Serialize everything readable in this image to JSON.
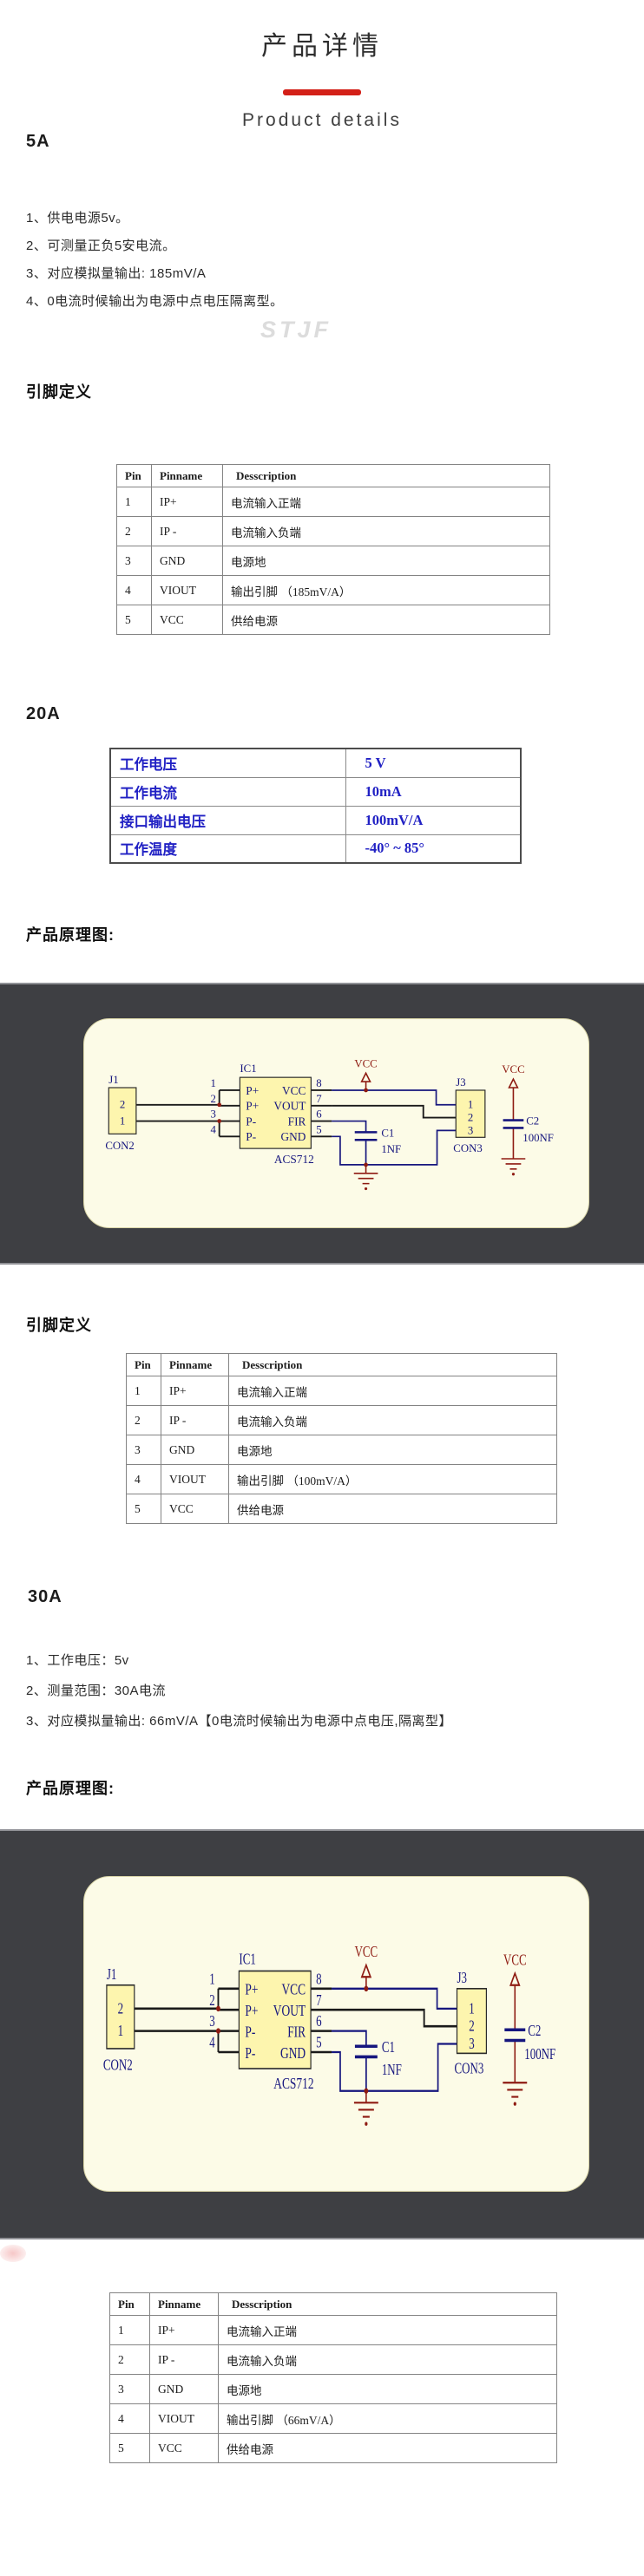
{
  "page": {
    "title": "产品详情",
    "subtitle": "Product details",
    "watermark": "STJF"
  },
  "colors": {
    "accent_red": "#d32018",
    "spec_blue": "#2121c4",
    "band_dark": "#3e3f43",
    "cream": "#fcfbe7"
  },
  "sections": {
    "a5": {
      "heading": "5A",
      "items": [
        "1、供电电源5v。",
        "2、可测量正负5安电流。",
        "3、对应模拟量输出: 185mV/A",
        "4、0电流时候输出为电源中点电压隔离型。"
      ],
      "pin_heading": "引脚定义"
    },
    "a20": {
      "heading": "20A",
      "schematic_heading": "产品原理图:",
      "pin_heading": "引脚定义"
    },
    "a30": {
      "heading": "30A",
      "items": [
        "1、工作电压：5v",
        "2、测量范围：30A电流",
        "3、对应模拟量输出: 66mV/A【0电流时候输出为电源中点电压,隔离型】"
      ],
      "schematic_heading": "产品原理图:"
    }
  },
  "spec_table_20a": {
    "rows": [
      [
        "工作电压",
        "5 V"
      ],
      [
        "工作电流",
        "10mA"
      ],
      [
        "接口输出电压",
        "100mV/A"
      ],
      [
        "工作温度",
        "-40° ~ 85°"
      ]
    ]
  },
  "pin_tables": {
    "t5a": {
      "headers": [
        "Pin",
        "Pinname",
        "Desscription"
      ],
      "rows": [
        [
          "1",
          "IP+",
          "电流输入正端"
        ],
        [
          "2",
          "IP -",
          "电流输入负端"
        ],
        [
          "3",
          "GND",
          "电源地"
        ],
        [
          "4",
          "VIOUT",
          "输出引脚 （185mV/A）"
        ],
        [
          "5",
          "VCC",
          "供给电源"
        ]
      ]
    },
    "t20a": {
      "headers": [
        "Pin",
        "Pinname",
        "Desscription"
      ],
      "rows": [
        [
          "1",
          "IP+",
          "电流输入正端"
        ],
        [
          "2",
          "IP -",
          "电流输入负端"
        ],
        [
          "3",
          "GND",
          "电源地"
        ],
        [
          "4",
          "VIOUT",
          "输出引脚 （100mV/A）"
        ],
        [
          "5",
          "VCC",
          "供给电源"
        ]
      ]
    },
    "t30a": {
      "headers": [
        "Pin",
        "Pinname",
        "Desscription"
      ],
      "rows": [
        [
          "1",
          "IP+",
          "电流输入正端"
        ],
        [
          "2",
          "IP -",
          "电流输入负端"
        ],
        [
          "3",
          "GND",
          "电源地"
        ],
        [
          "4",
          "VIOUT",
          "输出引脚 （66mV/A）"
        ],
        [
          "5",
          "VCC",
          "供给电源"
        ]
      ]
    }
  },
  "schematic": {
    "ic_ref": "IC1",
    "ic_part": "ACS712",
    "left_pin_numbers": [
      "1",
      "2",
      "3",
      "4"
    ],
    "right_pin_numbers": [
      "8",
      "7",
      "6",
      "5"
    ],
    "ic_left_labels": [
      "P+",
      "P+",
      "P-",
      "P-"
    ],
    "ic_right_labels": [
      "VCC",
      "VOUT",
      "FIR",
      "GND"
    ],
    "j1_ref": "J1",
    "j1_name": "CON2",
    "j1_pin_top": "2",
    "j1_pin_bottom": "1",
    "j3_ref": "J3",
    "j3_name": "CON3",
    "j3_pins": [
      "1",
      "2",
      "3"
    ],
    "c1_ref": "C1",
    "c1_value": "1NF",
    "c2_ref": "C2",
    "c2_value": "100NF",
    "vcc_label": "VCC"
  }
}
